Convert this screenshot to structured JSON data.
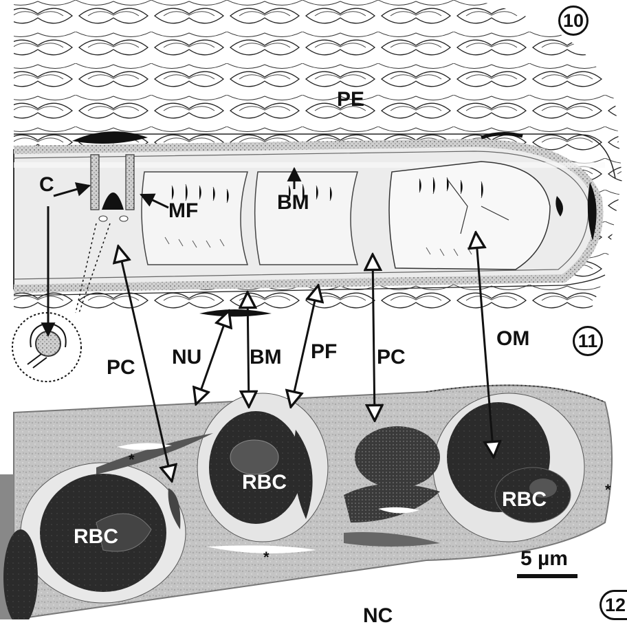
{
  "figure_numbers": {
    "fig10": "10",
    "fig11": "11",
    "fig12": "12"
  },
  "labels": {
    "PE": "PE",
    "C": "C",
    "MF": "MF",
    "BM_top": "BM",
    "PC_left": "PC",
    "NU": "NU",
    "BM_mid": "BM",
    "PF": "PF",
    "PC_right": "PC",
    "OM": "OM",
    "RBC_left": "RBC",
    "RBC_center": "RBC",
    "RBC_right": "RBC",
    "NC": "NC"
  },
  "asterisks": [
    "*",
    "*",
    "*"
  ],
  "scale_bar": {
    "label": "5 µm"
  },
  "colors": {
    "ink": "#111111",
    "membrane": "#9a9a9a",
    "rbc": "#2a2a2a",
    "em_bg": "#bdbdbd"
  }
}
